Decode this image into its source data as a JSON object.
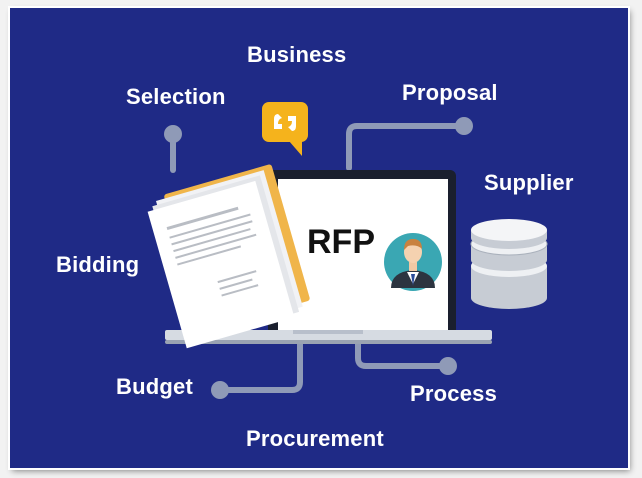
{
  "labels": {
    "business": "Business",
    "selection": "Selection",
    "proposal": "Proposal",
    "supplier": "Supplier",
    "bidding": "Bidding",
    "budget": "Budget",
    "process": "Process",
    "procurement": "Procurement"
  },
  "screen_text": "RFP",
  "colors": {
    "background": "#1f2a86",
    "connector": "#8f9ab7",
    "chat_bubble": "#f5b31c",
    "avatar_ring": "#3aa7b3",
    "laptop_body": "#d6dbe2",
    "text": "#ffffff"
  },
  "icons": [
    "chat-bubble-icon",
    "document-stack-icon",
    "laptop-icon",
    "person-avatar-icon",
    "database-icon"
  ]
}
